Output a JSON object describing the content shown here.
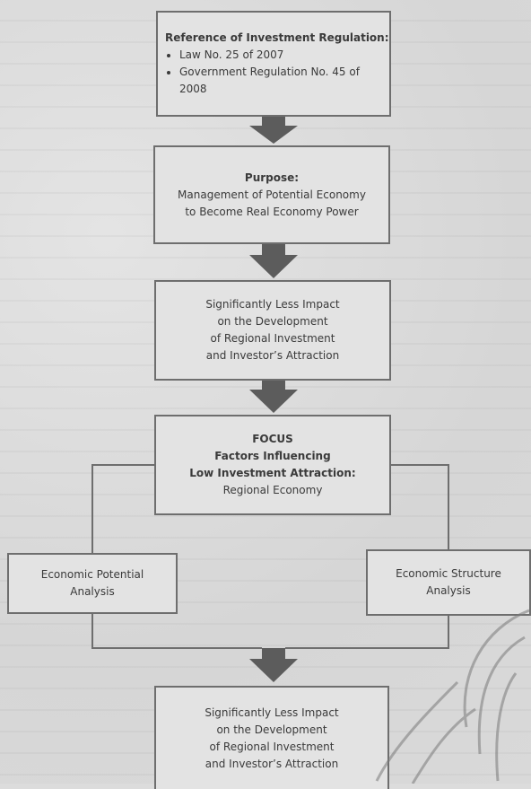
{
  "box1": {
    "title": "Reference of Investment Regulation:",
    "items": [
      "Law No. 25 of 2007",
      "Government Regulation No. 45 of 2008"
    ]
  },
  "box2": {
    "title": "Purpose:",
    "line1": "Management of Potential Economy",
    "line2": "to Become Real Economy Power"
  },
  "box3": {
    "line1": "Significantly Less Impact",
    "line2": "on the Development",
    "line3": "of Regional Investment",
    "line4": "and Investor’s Attraction"
  },
  "box4": {
    "title1": "FOCUS",
    "title2": "Factors Influencing",
    "title3": "Low Investment Attraction:",
    "line1": "Regional Economy"
  },
  "box5": {
    "line1": "Economic Potential",
    "line2": "Analysis"
  },
  "box6": {
    "line1": "Economic Structure",
    "line2": "Analysis"
  },
  "box7": {
    "line1": "Significantly Less Impact",
    "line2": "on the Development",
    "line3": "of Regional Investment",
    "line4": "and Investor’s Attraction"
  },
  "colors": {
    "box_fill": "#e3e3e3",
    "border": "#6e6e6e",
    "arrow": "#5c5c5c"
  }
}
